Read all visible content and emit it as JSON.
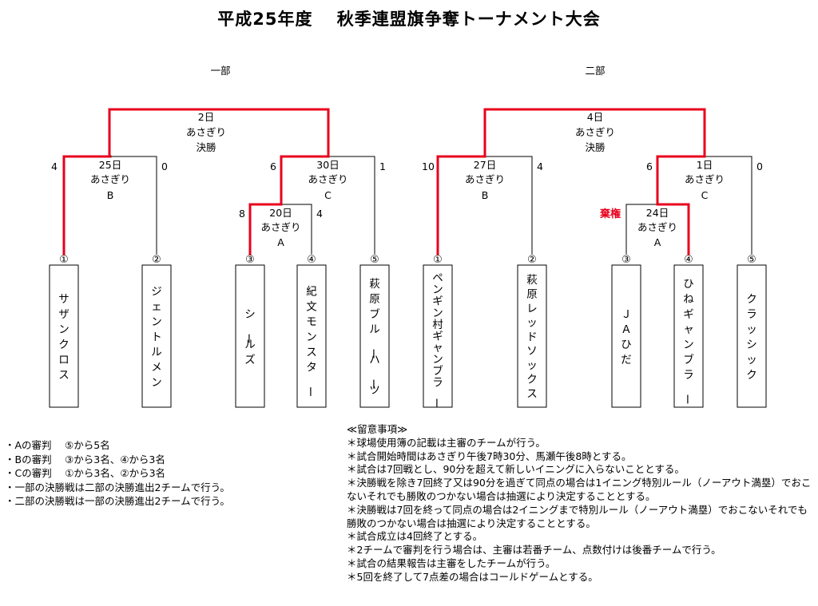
{
  "title": "平成25年度　 秋季連盟旗争奪トーナメント大会",
  "divisions": [
    {
      "name": "一部",
      "final": [
        "2日",
        "あさぎり",
        "決勝"
      ],
      "teams": [
        {
          "seed": "①",
          "name": "サザンクロス"
        },
        {
          "seed": "②",
          "name": "ジェントルメン"
        },
        {
          "seed": "③",
          "name": "シールズ"
        },
        {
          "seed": "④",
          "name": "紀文モンスター"
        },
        {
          "seed": "⑤",
          "name": "萩原ブルーハーツ"
        }
      ],
      "matches": [
        {
          "id": "B",
          "date": "25日",
          "venue": "あさぎり",
          "label": "B",
          "score_left": "4",
          "score_right": "0"
        },
        {
          "id": "C",
          "date": "30日",
          "venue": "あさぎり",
          "label": "C",
          "score_left": "6",
          "score_right": "1"
        },
        {
          "id": "A",
          "date": "20日",
          "venue": "あさぎり",
          "label": "A",
          "score_left": "8",
          "score_right": "4"
        }
      ]
    },
    {
      "name": "二部",
      "final": [
        "4日",
        "あさぎり",
        "決勝"
      ],
      "teams": [
        {
          "seed": "①",
          "name": "ペンギン村ギャンブラー"
        },
        {
          "seed": "②",
          "name": "萩原レッドソックス"
        },
        {
          "seed": "③",
          "name": "ＪＡひだ"
        },
        {
          "seed": "④",
          "name": "ひねギャンブラー"
        },
        {
          "seed": "⑤",
          "name": "クラッシック"
        }
      ],
      "matches": [
        {
          "id": "B",
          "date": "27日",
          "venue": "あさぎり",
          "label": "B",
          "score_left": "10",
          "score_right": "4"
        },
        {
          "id": "C",
          "date": "1日",
          "venue": "あさぎり",
          "label": "C",
          "score_left": "6",
          "score_right": "0"
        },
        {
          "id": "A",
          "date": "24日",
          "venue": "あさぎり",
          "label": "A",
          "score_left": "棄権",
          "score_right": ""
        }
      ]
    }
  ],
  "colors": {
    "win": "#e8001c",
    "line": "#000000",
    "forfeit": "#e8001c"
  },
  "notes_left": [
    "・Aの審判　 ⑤から5名",
    "・Bの審判　 ③から3名、④から3名",
    "・Cの審判　 ①から3名、②から3名",
    "・一部の決勝戦は二部の決勝進出2チームで行う。",
    "・二部の決勝戦は一部の決勝進出2チームで行う。"
  ],
  "notes_right": [
    "≪留意事項≫",
    "＊球場使用簿の記載は主審のチームが行う。",
    "＊試合開始時間はあさぎり午後7時30分、馬瀬午後8時とする。",
    "＊試合は7回戦とし、90分を超えて新しいイニングに入らないこととする。",
    "＊決勝戦を除き7回終了又は90分を過ぎて同点の場合は1イニング特別ルール（ノーアウト満塁）でおこないそれでも勝敗のつかない場合は抽選により決定することとする。",
    "＊決勝戦は7回を終って同点の場合は2イニングまで特別ルール（ノーアウト満塁）でおこないそれでも勝敗のつかない場合は抽選により決定することとする。",
    "＊試合成立は4回終了とする。",
    "＊2チームで審判を行う場合は、主審は若番チーム、点数付けは後番チームで行う。",
    "＊試合の結果報告は主審をしたチームが行う。",
    "＊5回を終了して7点差の場合はコールドゲームとする。"
  ]
}
